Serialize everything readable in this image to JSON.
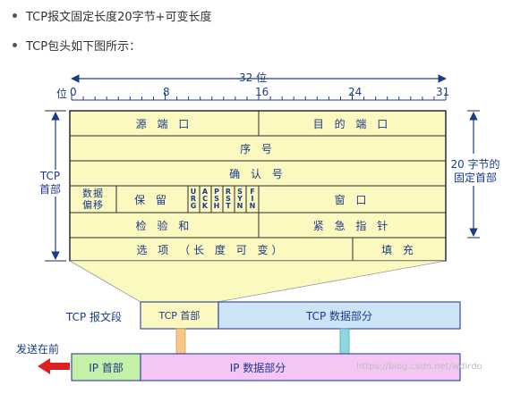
{
  "bullets": [
    "TCP报文固定长度20字节+可变长度",
    "TCP包头如下图所示："
  ],
  "ruler": {
    "width_label": "32 位",
    "bit_label": "位",
    "ticks": [
      "0",
      "8",
      "16",
      "24",
      "31"
    ]
  },
  "header": {
    "left_label_line1": "TCP",
    "left_label_line2": "首部",
    "right_label_line1": "20 字节的",
    "right_label_line2": "固定首部",
    "fields": {
      "src_port": "源 端 口",
      "dst_port": "目 的 端 口",
      "seq": "序 号",
      "ack": "确 认 号",
      "data_offset_line1": "数据",
      "data_offset_line2": "偏移",
      "reserved": "保 留",
      "flags": [
        "URG",
        "ACK",
        "PSH",
        "RST",
        "SYN",
        "FIN"
      ],
      "window": "窗 口",
      "checksum": "检 验 和",
      "urgent_ptr": "紧 急 指 针",
      "options": "选 项 （长 度 可 变）",
      "padding": "填 充"
    }
  },
  "segments": {
    "tcp_segment_label": "TCP 报文段",
    "tcp_header": "TCP 首部",
    "tcp_data": "TCP 数据部分",
    "send_first": "发送在前",
    "ip_header": "IP 首部",
    "ip_data": "IP 数据部分",
    "watermark": "https://blog.csdn.net/wdirdo"
  },
  "colors": {
    "header_fill": "#fbf9bf",
    "box_border": "#2b2b2b",
    "text_blue": "#1a3a8a",
    "tcp_data_fill": "#cde4f7",
    "ip_header_fill": "#c6efa8",
    "ip_data_fill": "#f5c6f3",
    "send_arrow": "#e02020"
  }
}
